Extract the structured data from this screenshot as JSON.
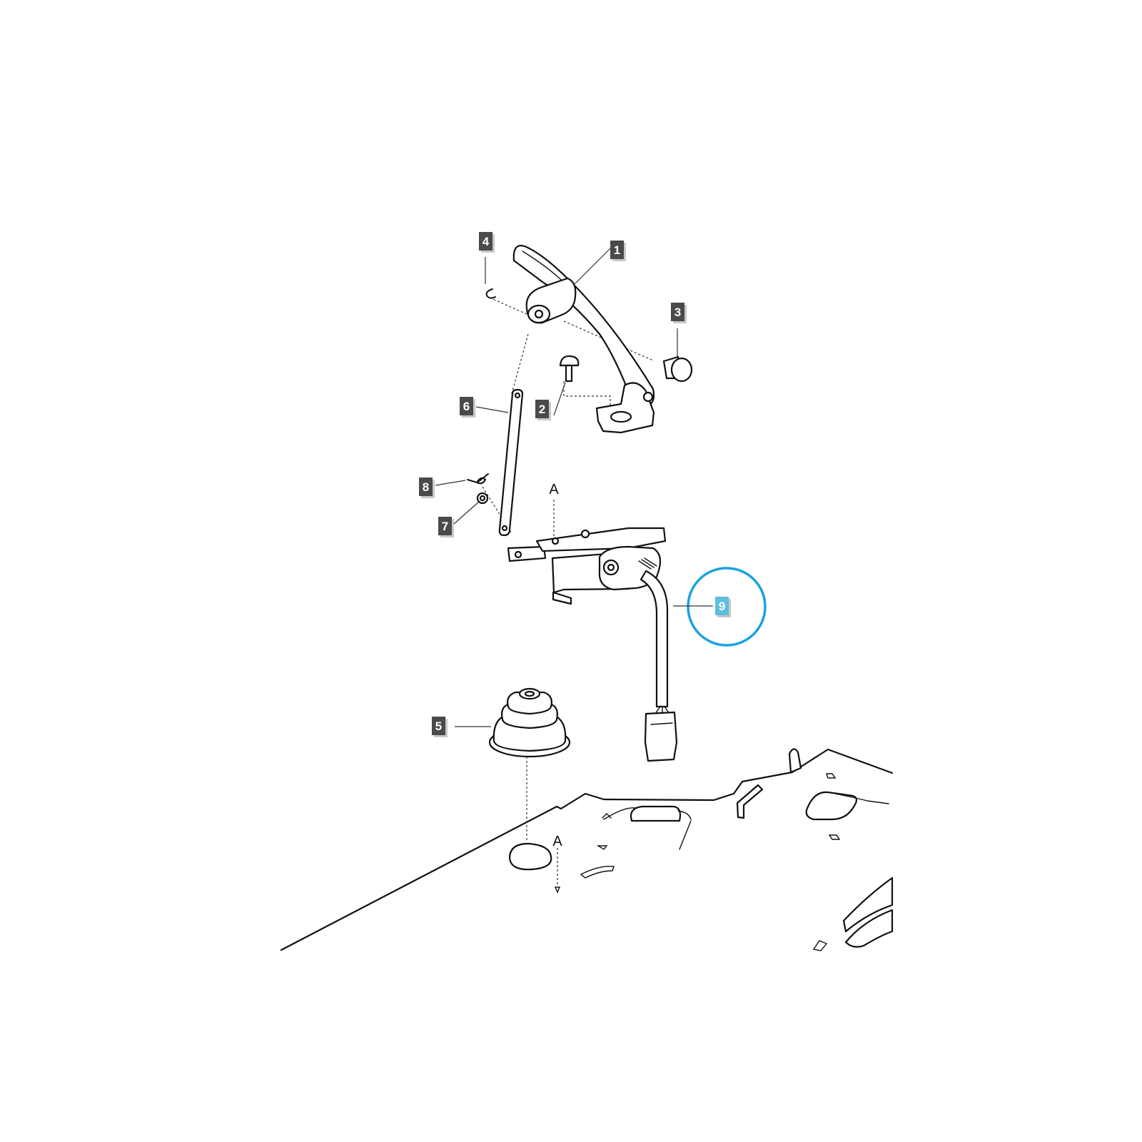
{
  "callouts": [
    {
      "number": "1",
      "part": "pedal arm"
    },
    {
      "number": "2",
      "part": "screw"
    },
    {
      "number": "3",
      "part": "pedal pad"
    },
    {
      "number": "4",
      "part": "e-clip"
    },
    {
      "number": "5",
      "part": "rubber boot"
    },
    {
      "number": "6",
      "part": "link rod"
    },
    {
      "number": "7",
      "part": "washer"
    },
    {
      "number": "8",
      "part": "hairpin clip"
    },
    {
      "number": "9",
      "part": "switch with harness"
    }
  ],
  "reference_letters": [
    "A",
    "A"
  ],
  "highlight": {
    "callout": "9",
    "circle_color": "#1ba1e2",
    "label_color": "#5bc0de"
  },
  "colors": {
    "callout_box": "#4a4a4a",
    "callout_shadow": "#c8c8c8",
    "line": "#111111"
  }
}
